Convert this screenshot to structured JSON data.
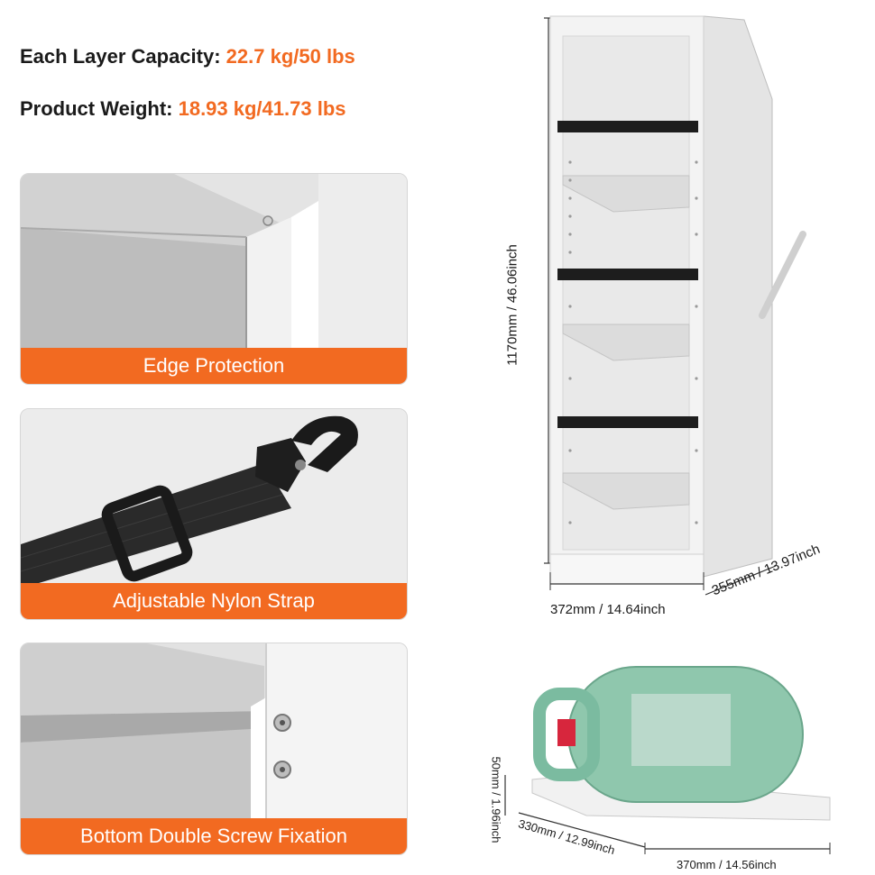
{
  "specs": [
    {
      "label": "Each Layer Capacity:",
      "value": "22.7 kg/50 lbs"
    },
    {
      "label": "Product Weight:",
      "value": "18.93 kg/41.73 lbs"
    }
  ],
  "features": [
    {
      "caption": "Edge Protection"
    },
    {
      "caption": "Adjustable Nylon Strap"
    },
    {
      "caption": "Bottom Double Screw Fixation"
    }
  ],
  "dimensions": {
    "height": "1170mm / 46.06inch",
    "width": "372mm / 14.64inch",
    "depth": "355mm / 13.97inch",
    "shelf_lip": "50mm / 1.96inch",
    "shelf_depth": "330mm / 12.99inch",
    "shelf_width": "370mm / 14.56inch"
  },
  "colors": {
    "accent": "#f26a21",
    "rack": "#eeeeee",
    "tank": "#8fc7ad"
  }
}
